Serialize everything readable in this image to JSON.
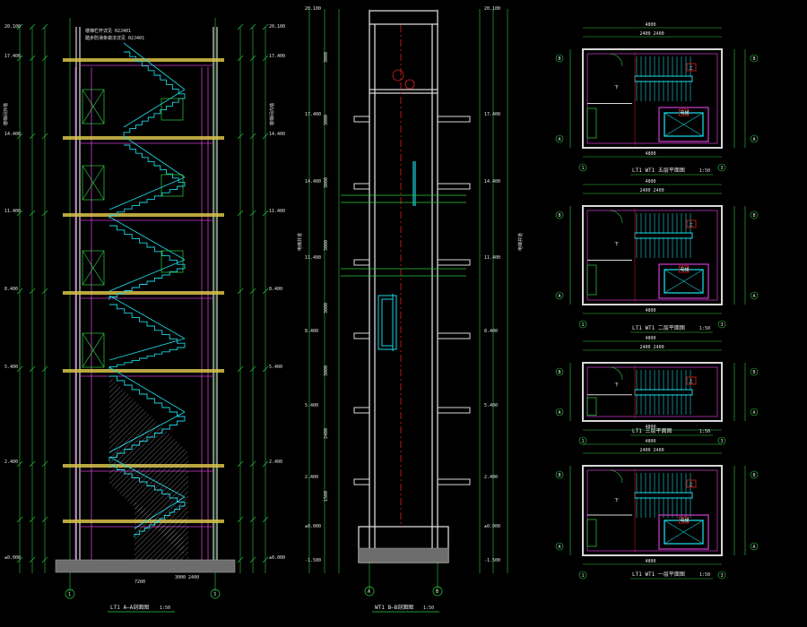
{
  "colors": {
    "background": "#000000",
    "dim_green": "#2ecc40",
    "wall_white": "#d8d8d8",
    "stair_cyan": "#19d3e0",
    "magenta": "#d23cd2",
    "slab_yellow": "#d9c34a",
    "axis_red": "#e02020",
    "ground_gray": "#8a8a8a"
  },
  "drawing": {
    "section_a": {
      "title": "LT1 A—A剖面图",
      "scale": "1:50",
      "axis_left": "1",
      "axis_right": "3",
      "note_line1": "楼梯栏杆详见 02J401",
      "note_line2": "踏步防滑条做法详见 02J401",
      "side_label": "楼梯间外墙",
      "side_label_right": "楼梯间内墙",
      "bottom_dim": "7200",
      "bottom_dim2": "3000  2400",
      "elevations": [
        "20.100",
        "17.400",
        "14.400",
        "11.400",
        "8.400",
        "5.400",
        "2.400",
        "±0.000"
      ]
    },
    "section_b": {
      "title": "WT1 B—B剖面图",
      "scale": "1:50",
      "axis_left": "A",
      "axis_right": "B",
      "side_label": "电梯井道",
      "side_label_right": "电梯井道",
      "elevations": [
        "20.100",
        "17.400",
        "14.400",
        "11.400",
        "8.400",
        "5.400",
        "2.400",
        "±0.000",
        "-1.500"
      ],
      "tick_labels": [
        "3000",
        "3000",
        "3000",
        "3000",
        "3000",
        "3000",
        "2400",
        "1500"
      ]
    },
    "plans": [
      {
        "title": "LT1 WT1 五层平面图",
        "scale": "1:50"
      },
      {
        "title": "LT1 WT1 二层平面图",
        "scale": "1:50"
      },
      {
        "title": "LT1 三层平面图",
        "scale": "1:50"
      },
      {
        "title": "LT1 WT1 一层平面图",
        "scale": "1:50"
      }
    ],
    "plan_labels": {
      "axis_1": "1",
      "axis_3": "3",
      "axis_a": "A",
      "axis_b": "B",
      "up_tag": "上",
      "down_tag": "下",
      "elevator_tag": "电梯",
      "dim_top": "2400  2400",
      "dim_total": "4800",
      "dim_bottom": "4800"
    }
  }
}
